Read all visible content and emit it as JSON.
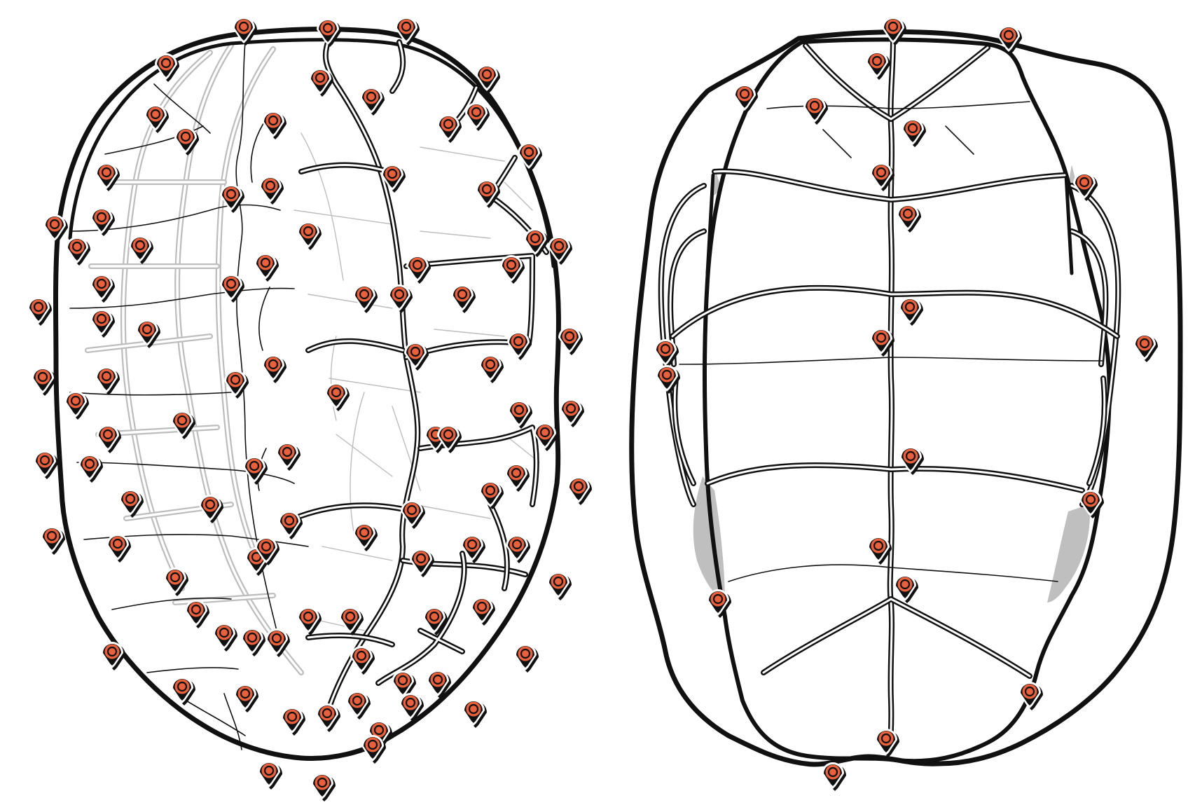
{
  "figure": {
    "panels": [
      {
        "id": "carapace",
        "view": "dorsal"
      },
      {
        "id": "plastron",
        "view": "ventral"
      }
    ],
    "marker": {
      "fill": "#e8603c",
      "ring": "#111111",
      "outer_ring": "#ffffff",
      "shadow": "#111111",
      "icon": "location-pin-icon"
    },
    "colors": {
      "background": "#ffffff",
      "outline": "#111111",
      "faint_seam": "#bdbdbd",
      "shade": "#bfbfbf"
    },
    "marker_count": {
      "carapace": 98,
      "plastron": 22
    }
  }
}
